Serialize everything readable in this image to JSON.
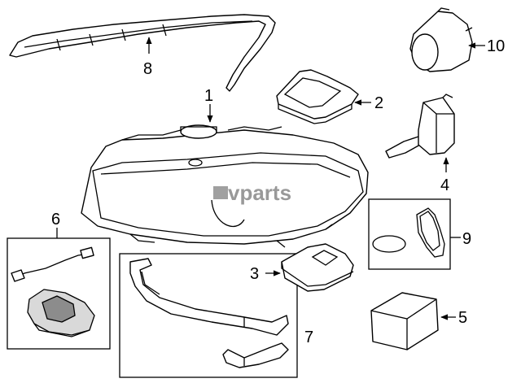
{
  "watermark": "vparts",
  "callouts": {
    "c1": "1",
    "c2": "2",
    "c3": "3",
    "c4": "4",
    "c5": "5",
    "c6": "6",
    "c7": "7",
    "c8": "8",
    "c9": "9",
    "c10": "10"
  }
}
